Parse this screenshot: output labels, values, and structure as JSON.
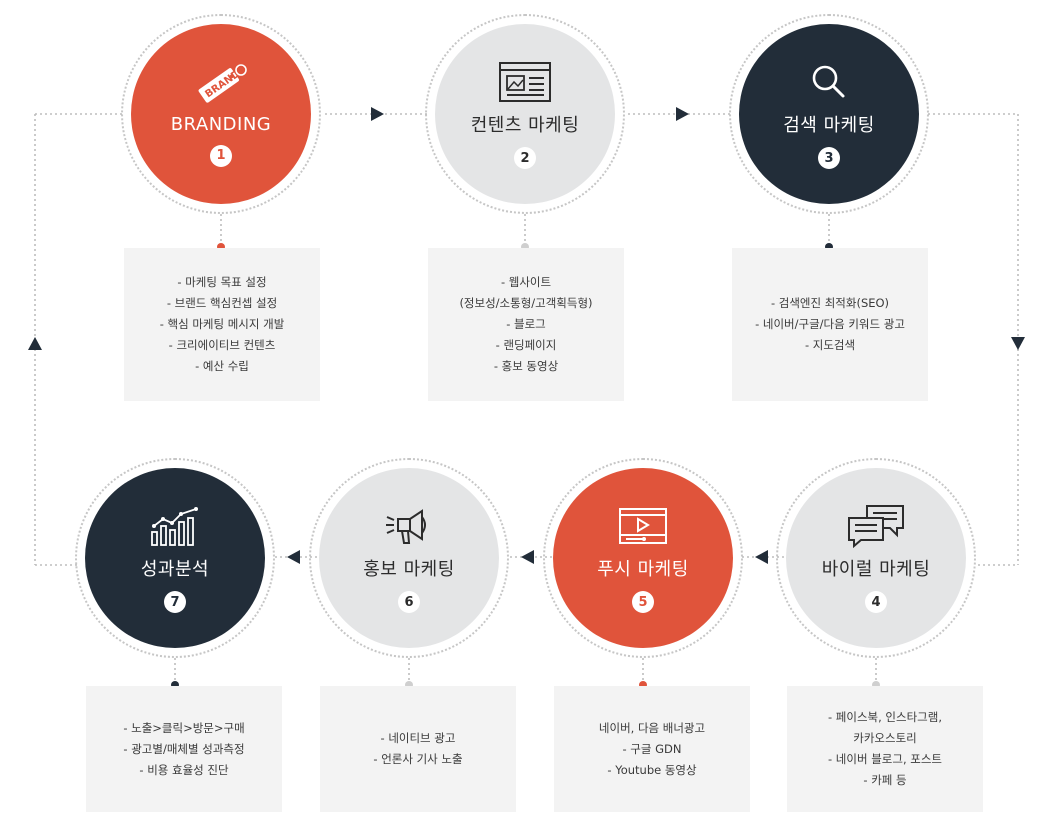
{
  "steps": [
    {
      "title": "BRANDING",
      "num": "1",
      "icon": "brand-tag-icon",
      "theme": "orange",
      "items": [
        "- 마케팅 목표 설정",
        "- 브랜드 핵심컨셉 설정",
        "- 핵심 마케팅 메시지 개발",
        "- 크리에이티브 컨텐츠",
        "- 예산 수립"
      ]
    },
    {
      "title": "컨텐츠 마케팅",
      "num": "2",
      "icon": "webpage-icon",
      "theme": "gray",
      "items": [
        "- 웹사이트",
        "(정보성/소통형/고객획득형)",
        "- 블로그",
        "- 랜딩페이지",
        "- 홍보 동영상"
      ]
    },
    {
      "title": "검색 마케팅",
      "num": "3",
      "icon": "search-icon",
      "theme": "navy",
      "items": [
        "- 검색엔진 최적화(SEO)",
        "- 네이버/구글/다음 키워드 광고",
        "- 지도검색"
      ]
    },
    {
      "title": "바이럴 마케팅",
      "num": "4",
      "icon": "chat-bubbles-icon",
      "theme": "gray",
      "items": [
        "- 페이스북, 인스타그램,",
        "카카오스토리",
        "- 네이버 블로그, 포스트",
        "- 카페 등"
      ]
    },
    {
      "title": "푸시 마케팅",
      "num": "5",
      "icon": "video-player-icon",
      "theme": "orange",
      "items": [
        "네이버, 다음 배너광고",
        "- 구글 GDN",
        "- Youtube 동영상"
      ]
    },
    {
      "title": "홍보 마케팅",
      "num": "6",
      "icon": "megaphone-icon",
      "theme": "gray",
      "items": [
        "- 네이티브 광고",
        "- 언론사 기사 노출"
      ]
    },
    {
      "title": "성과분석",
      "num": "7",
      "icon": "bar-chart-icon",
      "theme": "navy",
      "items": [
        "- 노출>클릭>방문>구매",
        "- 광고별/매체별 성과측정",
        "- 비용 효율성 진단"
      ]
    }
  ],
  "colors": {
    "orange": "#e0543b",
    "navy": "#222d39",
    "gray": "#e4e5e6",
    "dot_gray": "#cfcfcf"
  }
}
